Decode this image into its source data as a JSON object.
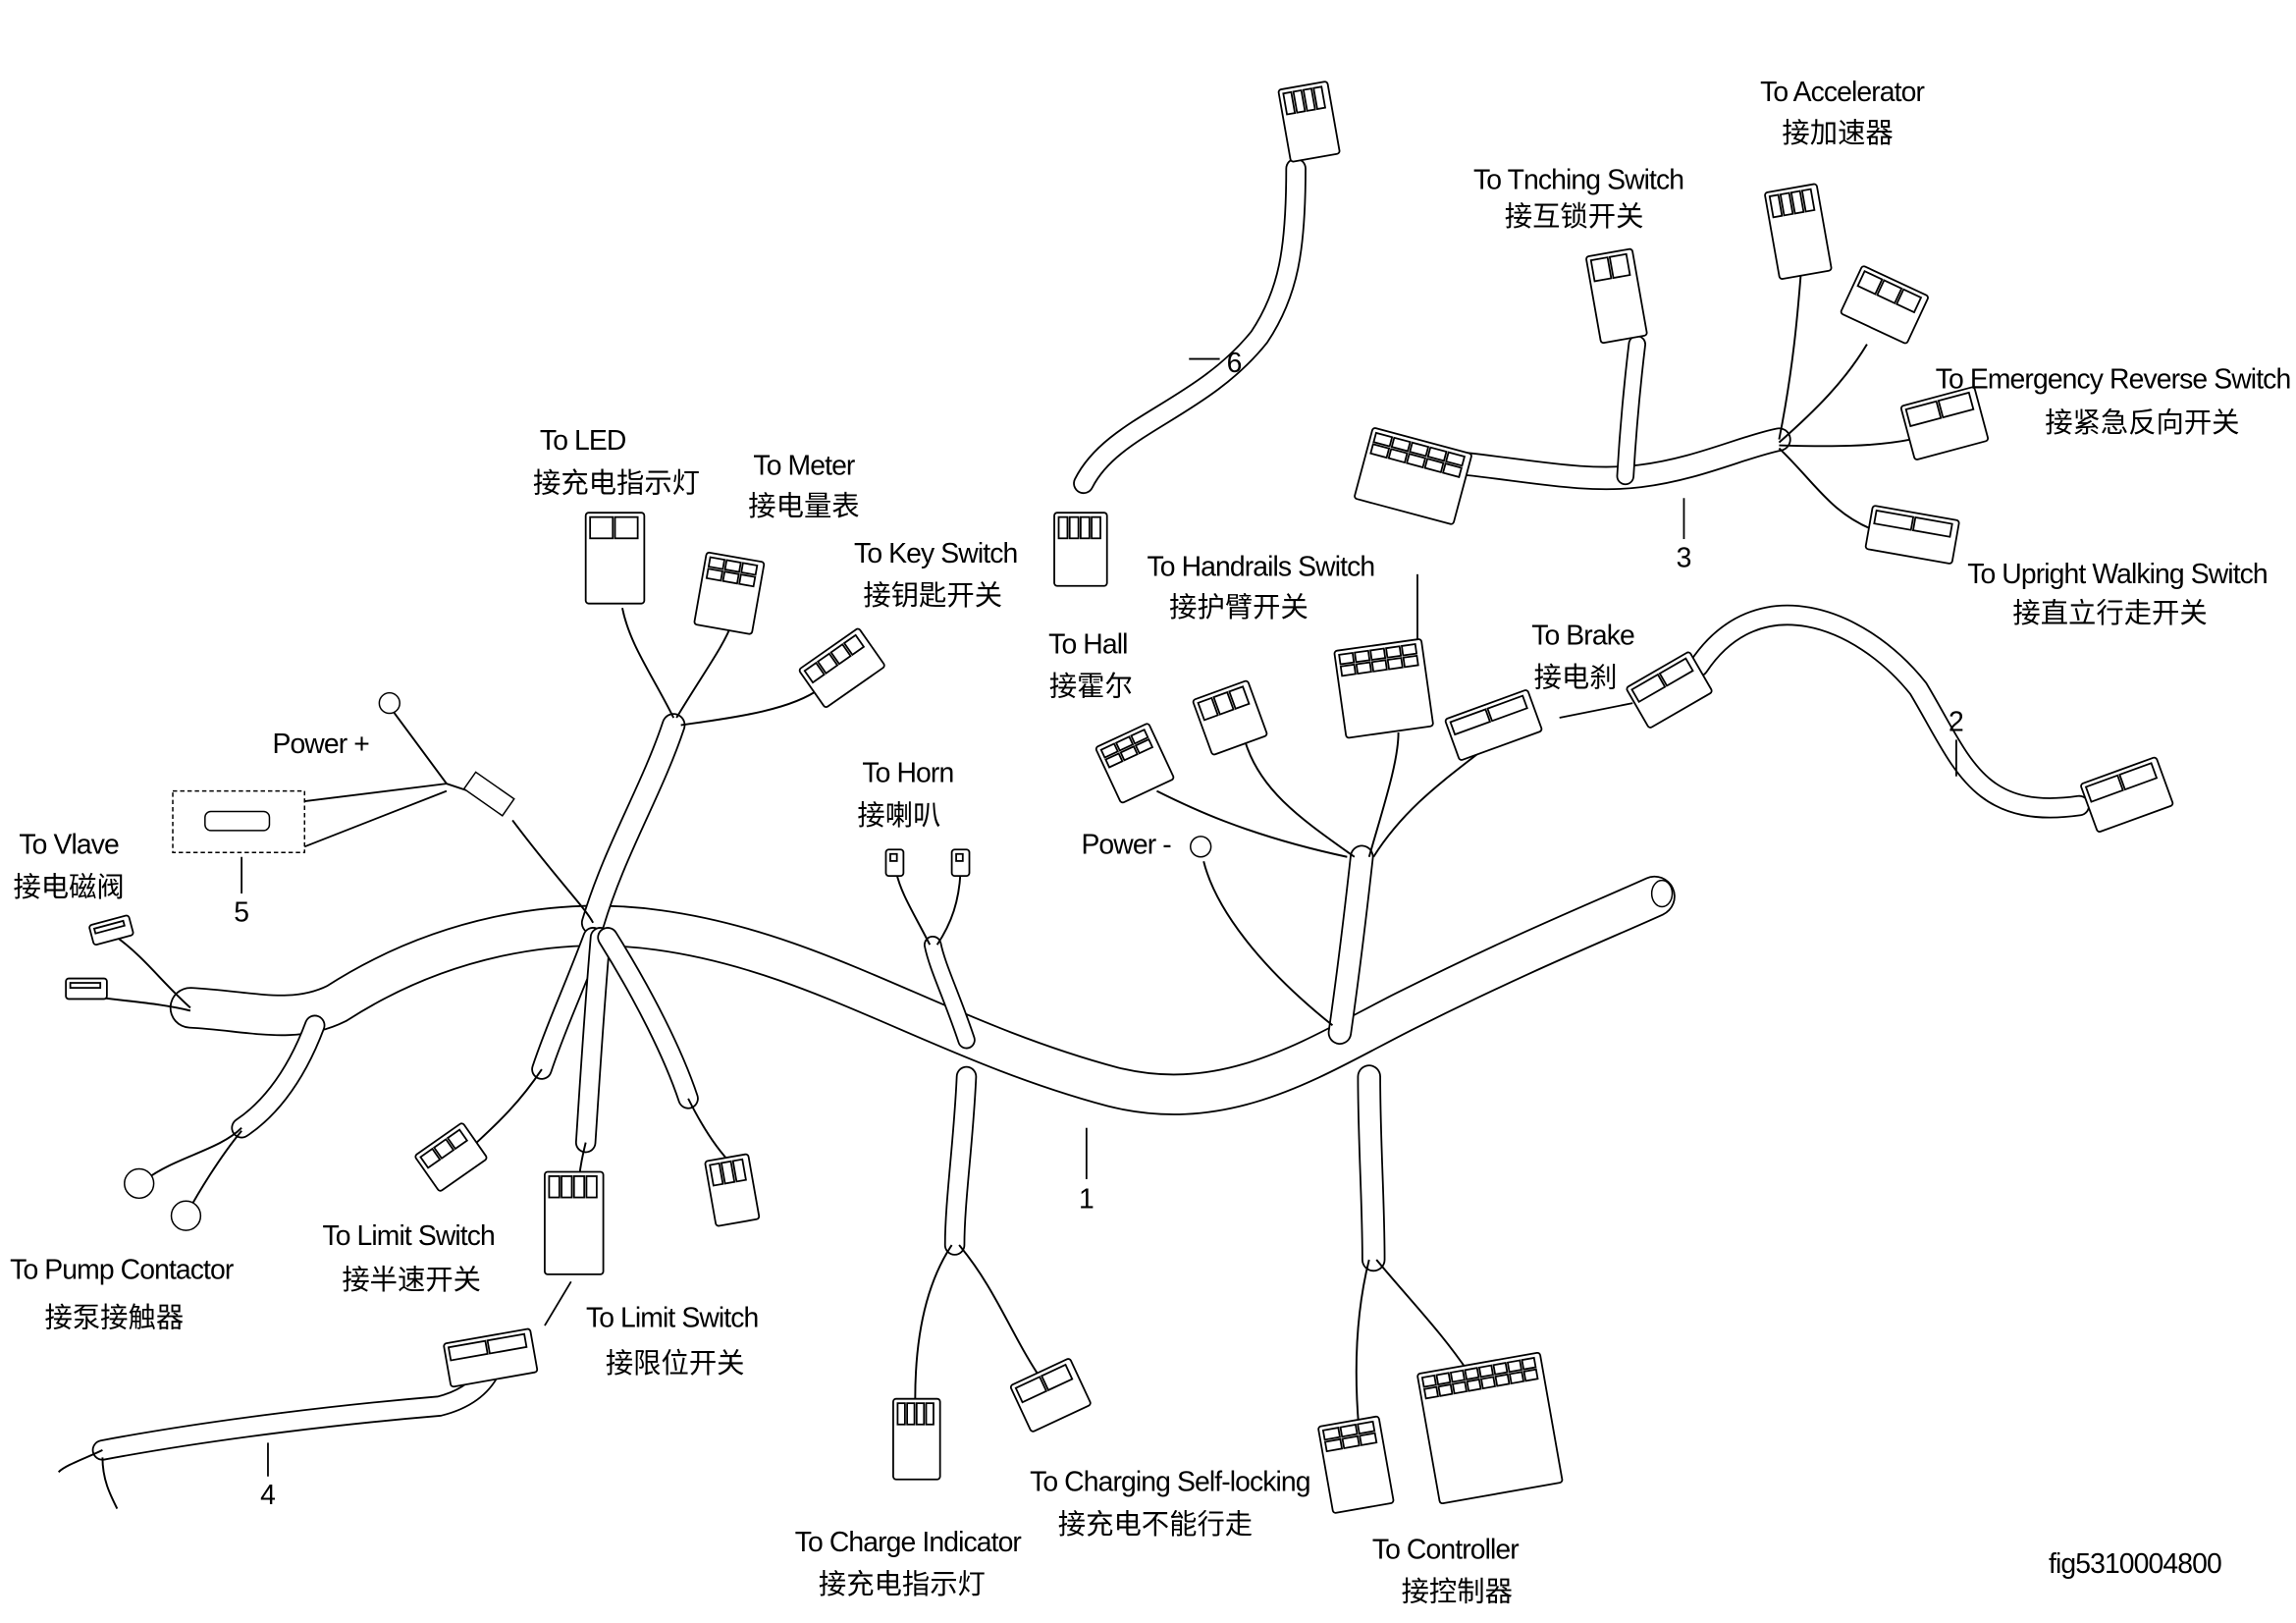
{
  "labels": {
    "accelerator": {
      "en": "To Accelerator",
      "zh": "接加速器"
    },
    "inching": {
      "en": "To  Tnching Switch",
      "zh": "接互锁开关"
    },
    "emergency": {
      "en": "To Emergency Reverse Switch",
      "zh": "接紧急反向开关"
    },
    "upright": {
      "en": "To Upright Walking Switch",
      "zh": "接直立行走开关"
    },
    "led": {
      "en": "To LED",
      "zh": "接充电指示灯"
    },
    "meter": {
      "en": "To Meter",
      "zh": "接电量表"
    },
    "key": {
      "en": "To Key Switch",
      "zh": "接钥匙开关"
    },
    "handrails": {
      "en": "To Handrails Switch",
      "zh": "接护臂开关"
    },
    "hall": {
      "en": "To Hall",
      "zh": "接霍尔"
    },
    "brake": {
      "en": "To Brake",
      "zh": "接电刹"
    },
    "power_plus": {
      "en": "Power +"
    },
    "horn": {
      "en": "To Horn",
      "zh": "接喇叭"
    },
    "power_minus": {
      "en": "Power -"
    },
    "valve": {
      "en": "To Vlave",
      "zh": "接电磁阀"
    },
    "limit1": {
      "en": "To Limit Switch",
      "zh": "接半速开关"
    },
    "pump": {
      "en": "To Pump Contactor",
      "zh": "接泵接触器"
    },
    "limit2": {
      "en": "To Limit Switch",
      "zh": "接限位开关"
    },
    "charging_lock": {
      "en": "To  Charging Self-locking",
      "zh": "接充电不能行走"
    },
    "charge_ind": {
      "en": "To  Charge Indicator",
      "zh": "接充电指示灯"
    },
    "controller": {
      "en": "To  Controller",
      "zh": "接控制器"
    }
  },
  "callouts": [
    "1",
    "2",
    "3",
    "4",
    "5",
    "6"
  ],
  "figure_id": "fig5310004800"
}
